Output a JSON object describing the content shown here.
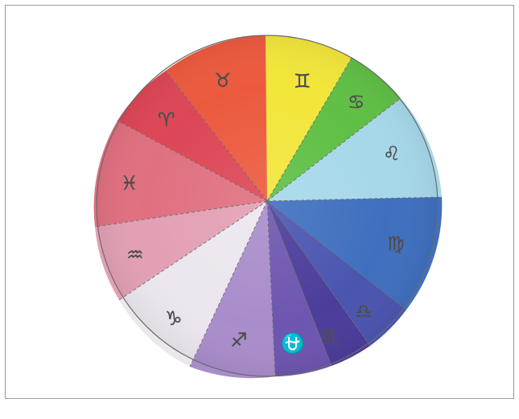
{
  "image": {
    "subject": "hand-colored zodiac color wheel",
    "background_color": "#ffffff",
    "frame_color": "#9a9a9a"
  },
  "wheel": {
    "segments": [
      {
        "name": "gemini",
        "symbol": "♊",
        "color": "#f2e63a"
      },
      {
        "name": "cancer",
        "symbol": "♋",
        "color": "#5fbf45"
      },
      {
        "name": "leo",
        "symbol": "♌",
        "color": "#a6d8ea"
      },
      {
        "name": "virgo",
        "symbol": "♍",
        "color": "#3f6fbf"
      },
      {
        "name": "libra",
        "symbol": "♎",
        "color": "#4a55b0"
      },
      {
        "name": "scorpio",
        "symbol": "♏",
        "color": "#4b3d9a"
      },
      {
        "name": "ophiuchus",
        "symbol": "⛎",
        "color": "#6d56b0"
      },
      {
        "name": "sagittarius",
        "symbol": "♐",
        "color": "#a98dcb"
      },
      {
        "name": "capricorn",
        "symbol": "♑",
        "color": "#ece6ee"
      },
      {
        "name": "aquarius",
        "symbol": "♒",
        "color": "#e3a0b4"
      },
      {
        "name": "pisces",
        "symbol": "♓",
        "color": "#e07080"
      },
      {
        "name": "aries",
        "symbol": "♈",
        "color": "#dd4656"
      },
      {
        "name": "taurus",
        "symbol": "♉",
        "color": "#ec5a3e"
      }
    ]
  }
}
